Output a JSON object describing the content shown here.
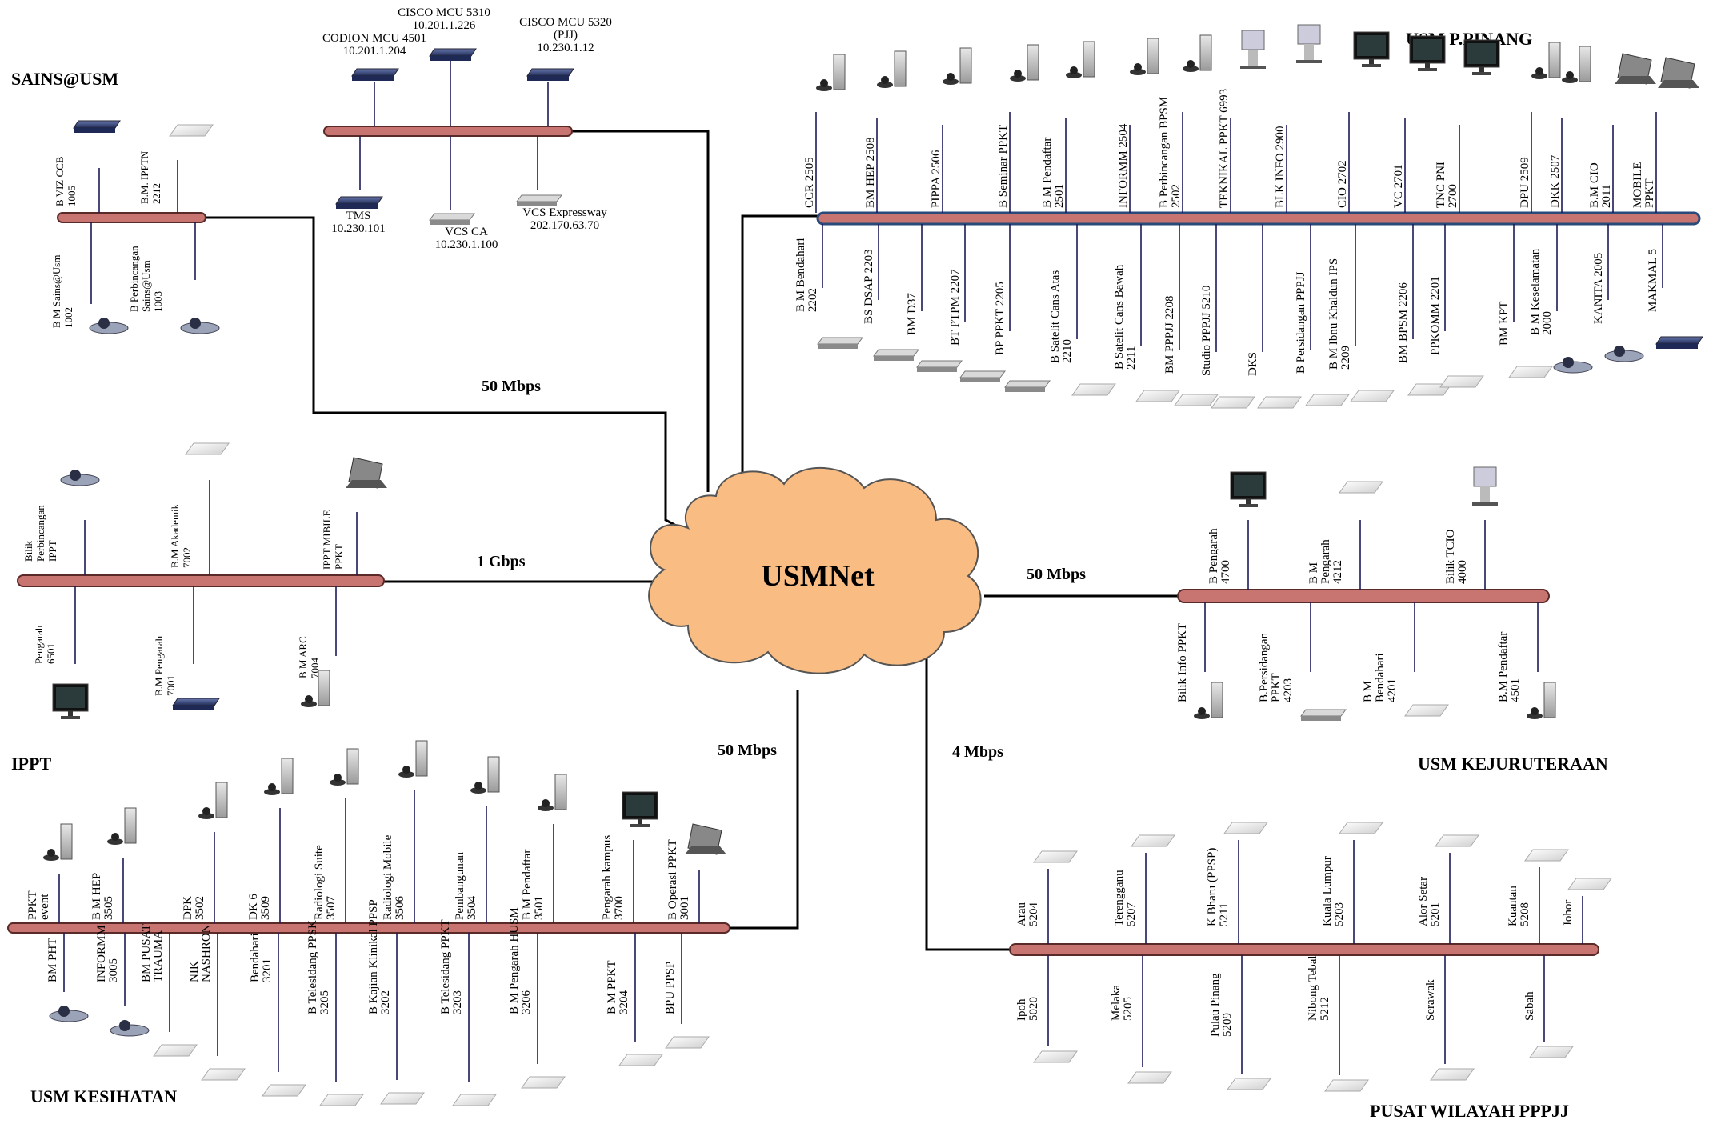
{
  "cloud": {
    "label": "USMNet",
    "color": "#f9bd84"
  },
  "speeds": [
    "50 Mbps",
    "1 Gbps",
    "50 Mbps",
    "50 Mbps",
    "4 Mbps"
  ],
  "sites": {
    "sains": "SAINS@USM",
    "pinang": "USM P.PINANG",
    "ippt": "IPPT",
    "kejuruteraan": "USM KEJURUTERAAN",
    "kesihatan": "USM KESIHATAN",
    "wilayah": "PUSAT WILAYAH PPPJJ"
  },
  "core": {
    "mcu1": [
      "CODION MCU 4501",
      "10.201.1.204"
    ],
    "mcu2": [
      "CISCO MCU 5310",
      "10.201.1.226"
    ],
    "mcu3": [
      "CISCO MCU 5320",
      "(PJJ)",
      "10.230.1.12"
    ],
    "tms": [
      "TMS",
      "10.230.101"
    ],
    "vcsca": [
      "VCS CA",
      "10.230.1.100"
    ],
    "vcsexp": [
      "VCS Expressway",
      "202.170.63.70"
    ]
  },
  "sains_top": [
    [
      "B VIZ CCB",
      "1005"
    ],
    [
      "B.M. IPPTN",
      "2212"
    ]
  ],
  "sains_bottom": [
    [
      "B M Sains@Usm",
      "1002"
    ],
    [
      "B Perbincangan",
      "Sains@Usm",
      "1003"
    ]
  ],
  "pinang_top": [
    [
      "CCR 2505"
    ],
    [
      "BM HEP 2508"
    ],
    [
      "PIPPA 2506"
    ],
    [
      "B Seminar PPKT"
    ],
    [
      "B M Pendaftar",
      "2501"
    ],
    [
      "INFORMM 2504"
    ],
    [
      "B Perbincangan BPSM",
      "2502"
    ],
    [
      "TEKNIKAL PPKT 6993"
    ],
    [
      "BLK INFO 2900"
    ],
    [
      "CIO 2702"
    ],
    [
      "VC 2701"
    ],
    [
      "TNC PNI",
      "2700"
    ],
    [
      "DPU 2509"
    ],
    [
      "DKK 2507"
    ],
    [
      "B.M CIO",
      "2011"
    ],
    [
      "MOBILE",
      "PPKT"
    ]
  ],
  "pinang_bottom": [
    [
      "B M Bendahari",
      "2202"
    ],
    [
      "BS DSAP 2203"
    ],
    [
      "BM D37"
    ],
    [
      "BT PTPM 2207"
    ],
    [
      "BP PPKT 2205"
    ],
    [
      "B Satelit Cans Atas",
      "2210"
    ],
    [
      "B Satelit Cans Bawah",
      "2211"
    ],
    [
      "BM PPPJJ 2208"
    ],
    [
      "Studio PPPJJ 5210"
    ],
    [
      "DKS"
    ],
    [
      "B Persidangan PPPJJ"
    ],
    [
      "B M Ibnu Khaldun IPS",
      "2209"
    ],
    [
      "BM BPSM 2206"
    ],
    [
      "PPKOMM 2201"
    ],
    [
      "BM KPT"
    ],
    [
      "B M Keselamatan",
      "2000"
    ],
    [
      "KANITA 2005"
    ],
    [
      "MAKMAL 5"
    ]
  ],
  "ippt_top": [
    [
      "Bilik",
      "Perbincangan",
      "IPPT"
    ],
    [
      "B.M Akademik",
      "7002"
    ],
    [
      "IPPT MIBILE",
      "PPKT"
    ]
  ],
  "ippt_bottom": [
    [
      "Pengarah",
      "6501"
    ],
    [
      "B.M Pengarah",
      "7001"
    ],
    [
      "B M ARC",
      "7004"
    ]
  ],
  "kej_top": [
    [
      "B Pengarah",
      "4700"
    ],
    [
      "B M",
      "Pengarah",
      "4212"
    ],
    [
      "Bilik TCIO",
      "4000"
    ]
  ],
  "kej_bottom": [
    [
      "Bilik Info PPKT"
    ],
    [
      "B.Persidangan",
      "PPKT",
      "4203"
    ],
    [
      "B M",
      "Bendahari",
      "4201"
    ],
    [
      "B.M Pendaftar",
      "4501"
    ]
  ],
  "kes_top": [
    [
      "PPKT",
      "event"
    ],
    [
      "B M HEP",
      "3505"
    ],
    [
      "DPK",
      "3502"
    ],
    [
      "DK 6",
      "3509"
    ],
    [
      "Radiologi Suite",
      "3507"
    ],
    [
      "Radiologi Mobile",
      "3506"
    ],
    [
      "Pembangunan",
      "3504"
    ],
    [
      "B M Pendaftar",
      "3501"
    ],
    [
      "Pengarah kampus",
      "3700"
    ],
    [
      "B Operasi PPKT",
      "3001"
    ]
  ],
  "kes_bottom": [
    [
      "BM PHT"
    ],
    [
      "INFORMM",
      "3005"
    ],
    [
      "BM PUSAT",
      "TRAUMA"
    ],
    [
      "NIK",
      "NASHRON"
    ],
    [
      "Bendahari",
      "3201"
    ],
    [
      "B Telesidang PPSK",
      "3205"
    ],
    [
      "B Kajian Klinikal PPSP",
      "3202"
    ],
    [
      "B Telesidang PPKT",
      "3203"
    ],
    [
      "B M Pengarah HUSM",
      "3206"
    ],
    [
      "B M PPKT",
      "3204"
    ],
    [
      "BPU PPSP"
    ]
  ],
  "wil_top": [
    [
      "Arau",
      "5204"
    ],
    [
      "Terengganu",
      "5207"
    ],
    [
      "K Bharu (PPSP)",
      "5211"
    ],
    [
      "Kuala Lumpur",
      "5203"
    ],
    [
      "Alor Setar",
      "5201"
    ],
    [
      "Kuantan",
      "5208"
    ],
    [
      "Johor"
    ]
  ],
  "wil_bottom": [
    [
      "Ipoh",
      "5020"
    ],
    [
      "Melaka",
      "5205"
    ],
    [
      "Pulau Pinang",
      "5209"
    ],
    [
      "Nibong Tebal",
      "5212"
    ],
    [
      "Serawak"
    ],
    [
      "Sabah"
    ]
  ]
}
